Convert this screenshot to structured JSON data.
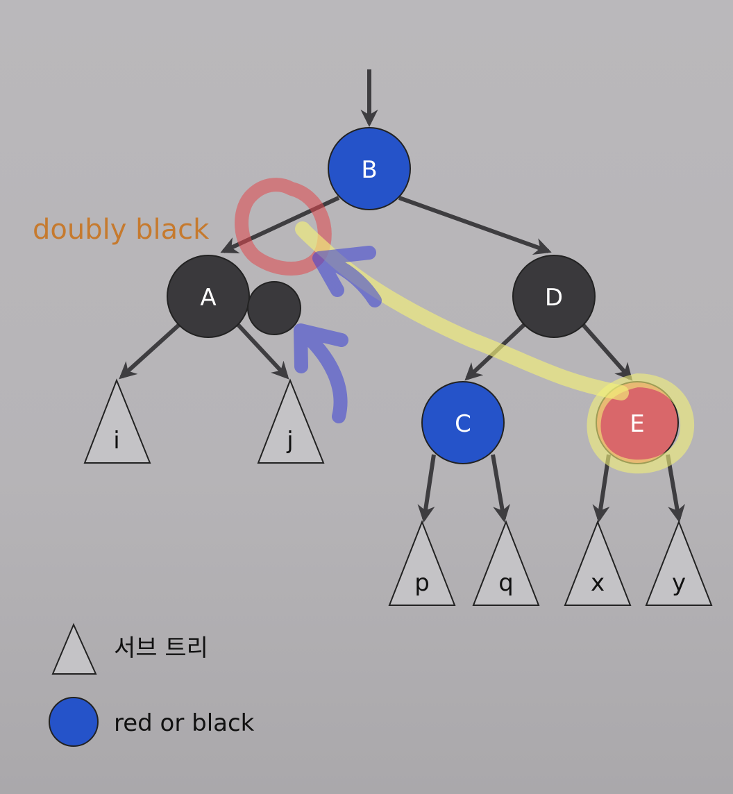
{
  "diagram": {
    "nodes": [
      {
        "id": "B",
        "label": "B",
        "fill": "#2553c9"
      },
      {
        "id": "A",
        "label": "A",
        "fill": "#3a393c"
      },
      {
        "id": "D",
        "label": "D",
        "fill": "#3a393c"
      },
      {
        "id": "C",
        "label": "C",
        "fill": "#2553c9"
      },
      {
        "id": "E",
        "label": "E",
        "fill": "#d9676a"
      },
      {
        "id": "db",
        "label": "",
        "fill": "#3a393c"
      }
    ],
    "subtrees": [
      {
        "id": "i",
        "label": "i"
      },
      {
        "id": "j",
        "label": "j"
      },
      {
        "id": "p",
        "label": "p"
      },
      {
        "id": "q",
        "label": "q"
      },
      {
        "id": "x",
        "label": "x"
      },
      {
        "id": "y",
        "label": "y"
      }
    ],
    "annotation": {
      "text": "doubly black",
      "color": "#c67a2e"
    }
  },
  "legend": {
    "subtree_label": "서브 트리",
    "node_label": "red or black",
    "node_color": "#2553c9"
  },
  "colors": {
    "edge": "#3e3d40",
    "triangle_fill": "#c4c3c6",
    "highlight_red": "#e0484e",
    "highlight_yellow": "#f2f07a",
    "highlight_blue": "#3a3fd6"
  }
}
